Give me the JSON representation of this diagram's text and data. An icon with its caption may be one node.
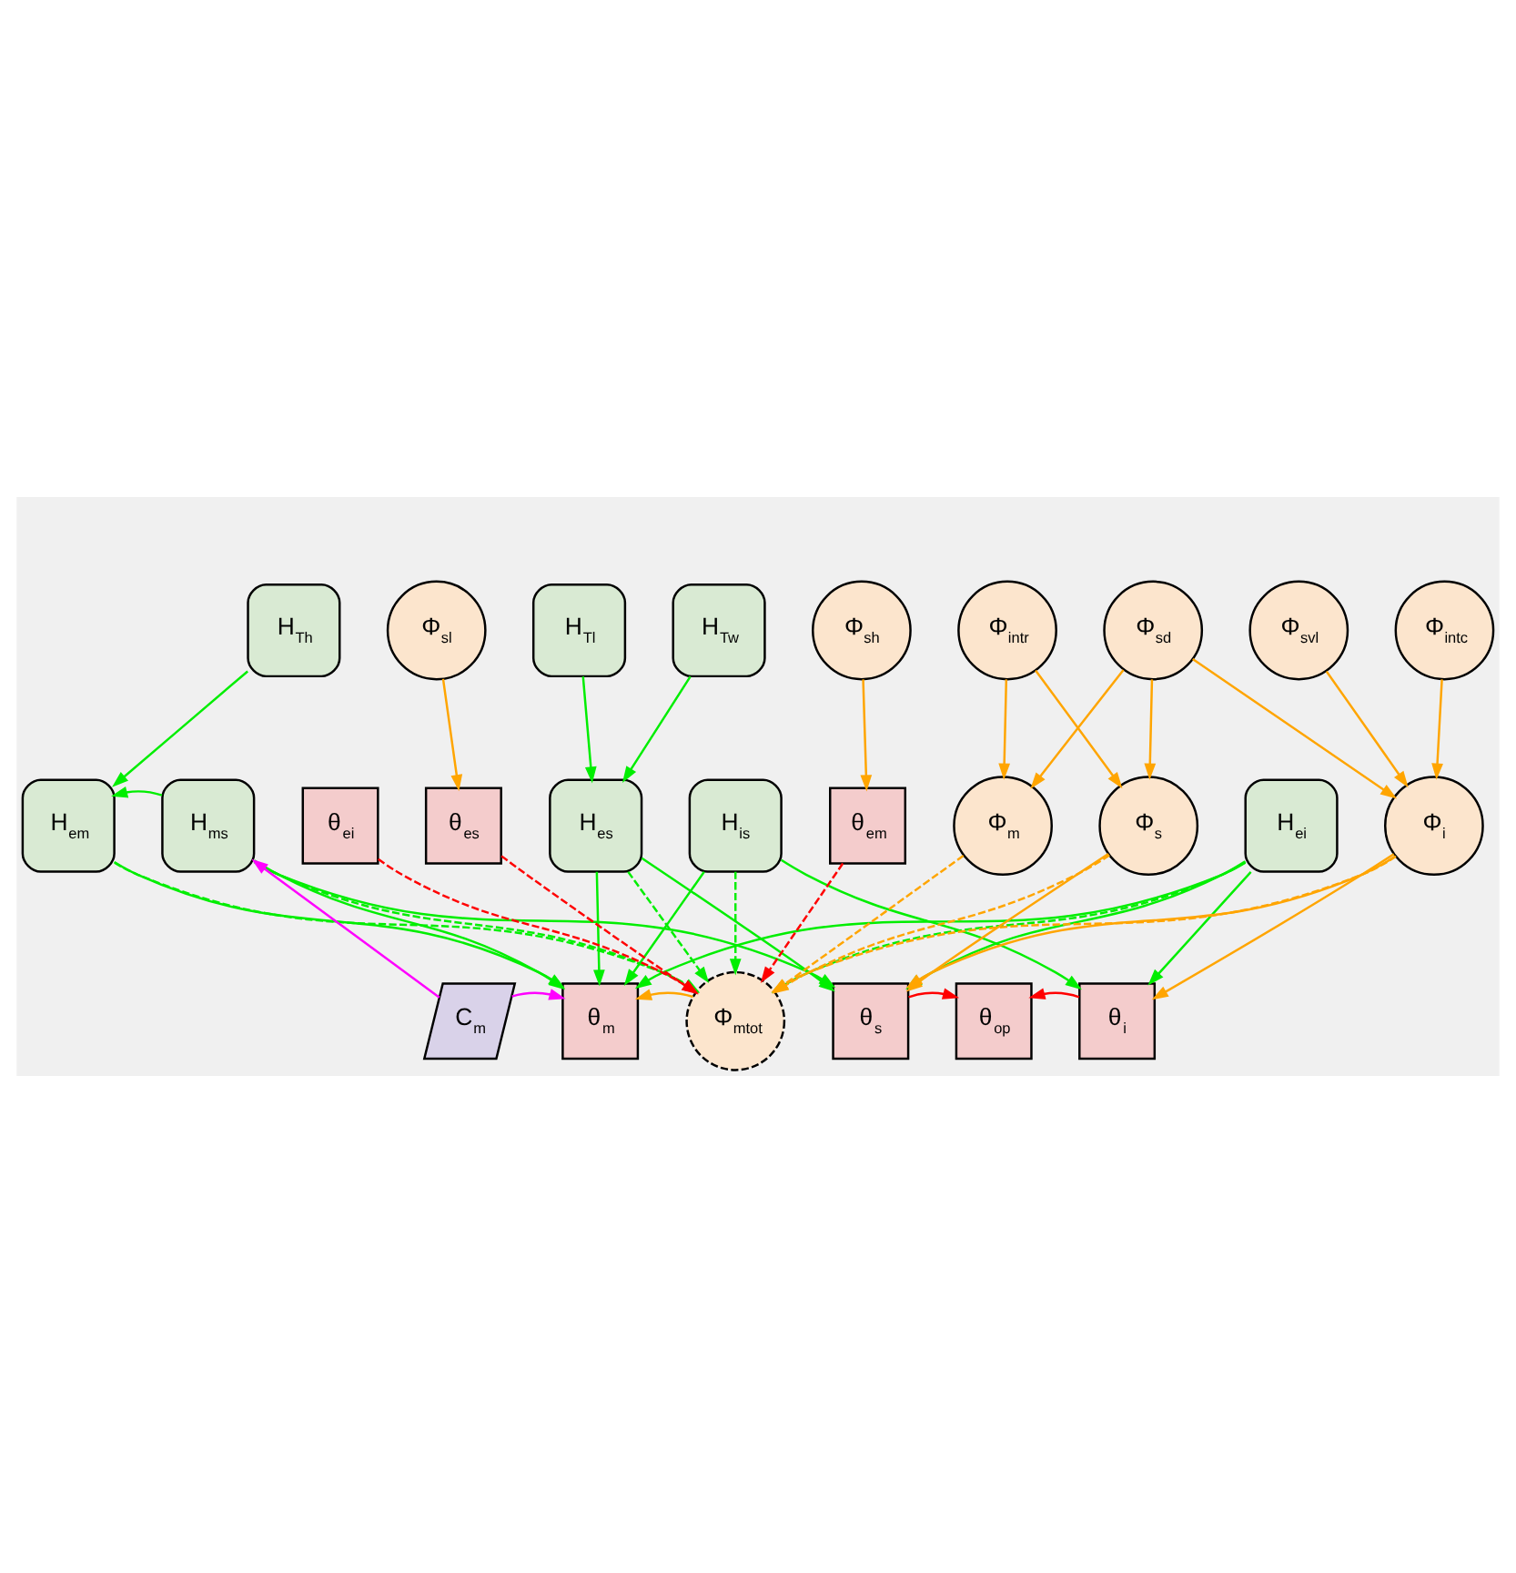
{
  "diagram": {
    "nodes": [
      {
        "text": [
          "H$_{Th}$"
        ]
      },
      {
        "text": [
          "H$_{Tl}$"
        ]
      },
      {
        "text": [
          "H$_{Tw}$"
        ]
      },
      {
        "text": [
          "H$_{em}$"
        ]
      },
      {
        "text": [
          "H$_{ms}$"
        ]
      },
      {
        "text": [
          "H$_{es}$"
        ]
      },
      {
        "text": [
          "H$_{is}$"
        ]
      },
      {
        "text": [
          "H$_{ei}$"
        ]
      },
      {
        "text": [
          "C$_{m}$"
        ]
      },
      {
        "text": [
          "θ$_{m}$"
        ]
      },
      {
        "text": [
          "Φ$_{mtot}$"
        ]
      },
      {
        "text": [
          "θ$_{s}$"
        ]
      },
      {
        "text": [
          "θ$_{op}$"
        ]
      },
      {
        "text": [
          "θ$_{i}$"
        ]
      },
      {
        "text": [
          "θ$_{ei}$"
        ]
      },
      {
        "text": [
          "θ$_{es}$"
        ]
      },
      {
        "text": [
          "θ$_{em}$"
        ]
      },
      {
        "text": [
          "Φ$_{m}$"
        ]
      },
      {
        "text": [
          "Φ$_{s}$"
        ]
      },
      {
        "text": [
          "Φ$_{i}$"
        ]
      },
      {
        "text": [
          "Φ$_{sl}$"
        ]
      },
      {
        "text": [
          "Φ$_{sh}$"
        ]
      },
      {
        "text": [
          "Φ$_{intr}$"
        ]
      },
      {
        "text": [
          "Φ$_{sd}$"
        ]
      },
      {
        "text": [
          "Φ$_{svl}$"
        ]
      },
      {
        "text": [
          "Φ$_{intc}$"
        ]
      }
    ],
    "edges": [
      {
        "from": 0,
        "to": 3,
        "arrow": "to"
      },
      {
        "from": 1,
        "to": 5,
        "arrow": "to"
      },
      {
        "from": 2,
        "to": 5,
        "arrow": "to"
      },
      {
        "from": 4,
        "to": 3,
        "arrow": "to"
      },
      {
        "from": 3,
        "to": 9,
        "arrow": "to"
      },
      {
        "from": 3,
        "to": 10,
        "arrow": "to",
        "style": "dashed"
      },
      {
        "from": 4,
        "to": 9,
        "arrow": "to"
      },
      {
        "from": 4,
        "to": 10,
        "arrow": "to",
        "style": "dashed"
      },
      {
        "from": 4,
        "to": 11,
        "arrow": "to"
      },
      {
        "from": 5,
        "to": 9,
        "arrow": "to"
      },
      {
        "from": 5,
        "to": 10,
        "arrow": "to",
        "style": "dashed"
      },
      {
        "from": 5,
        "to": 11,
        "arrow": "to"
      },
      {
        "from": 6,
        "to": 9,
        "arrow": "to"
      },
      {
        "from": 6,
        "to": 10,
        "arrow": "to",
        "style": "dashed"
      },
      {
        "from": 6,
        "to": 13,
        "arrow": "to"
      },
      {
        "from": 7,
        "to": 9,
        "arrow": "to"
      },
      {
        "from": 7,
        "to": 10,
        "arrow": "to",
        "style": "dashed"
      },
      {
        "from": 7,
        "to": 11,
        "arrow": "to"
      },
      {
        "from": 7,
        "to": 13,
        "arrow": "to"
      },
      {
        "from": 8,
        "to": 4,
        "arrow": "to",
        "color": "#ff00ff"
      },
      {
        "from": 8,
        "to": 9,
        "arrow": "to",
        "color": "#ff00ff"
      },
      {
        "from": 10,
        "to": 9,
        "arrow": "to",
        "color": "#ffa500"
      },
      {
        "from": 11,
        "to": 12,
        "arrow": "to",
        "color": "#ff0000"
      },
      {
        "from": 13,
        "to": 12,
        "arrow": "to",
        "color": "#ff0000"
      },
      {
        "from": 14,
        "to": 10,
        "arrow": "to",
        "style": "dashed",
        "color": "#ff0000"
      },
      {
        "from": 15,
        "to": 10,
        "arrow": "to",
        "style": "dashed",
        "color": "#ff0000"
      },
      {
        "from": 16,
        "to": 10,
        "arrow": "to",
        "style": "dashed",
        "color": "#ff0000"
      },
      {
        "from": 17,
        "to": 10,
        "arrow": "to",
        "style": "dashed",
        "color": "#ffa500"
      },
      {
        "from": 18,
        "to": 10,
        "arrow": "to",
        "style": "dashed",
        "color": "#ffa500"
      },
      {
        "from": 19,
        "to": 10,
        "arrow": "to",
        "style": "dashed",
        "color": "#ffa500"
      },
      {
        "from": 18,
        "to": 11,
        "arrow": "to",
        "color": "#ffa500"
      },
      {
        "from": 19,
        "to": 11,
        "arrow": "to",
        "color": "#ffa500"
      },
      {
        "from": 19,
        "to": 13,
        "arrow": "to",
        "color": "#ffa500"
      },
      {
        "from": 20,
        "to": 15,
        "arrow": "to",
        "color": "#ffa500"
      },
      {
        "from": 21,
        "to": 16,
        "arrow": "to",
        "color": "#ffa500"
      },
      {
        "from": 22,
        "to": 17,
        "arrow": "to",
        "color": "#ffa500"
      },
      {
        "from": 22,
        "to": 18,
        "arrow": "to",
        "color": "#ffa500"
      },
      {
        "from": 23,
        "to": 17,
        "arrow": "to",
        "color": "#ffa500"
      },
      {
        "from": 23,
        "to": 18,
        "arrow": "to",
        "color": "#ffa500"
      },
      {
        "from": 23,
        "to": 19,
        "arrow": "to",
        "color": "#ffa500"
      },
      {
        "from": 24,
        "to": 19,
        "arrow": "to",
        "color": "#ffa500"
      },
      {
        "from": 25,
        "to": 19,
        "arrow": "to",
        "color": "#ffa500"
      }
    ]
  }
}
